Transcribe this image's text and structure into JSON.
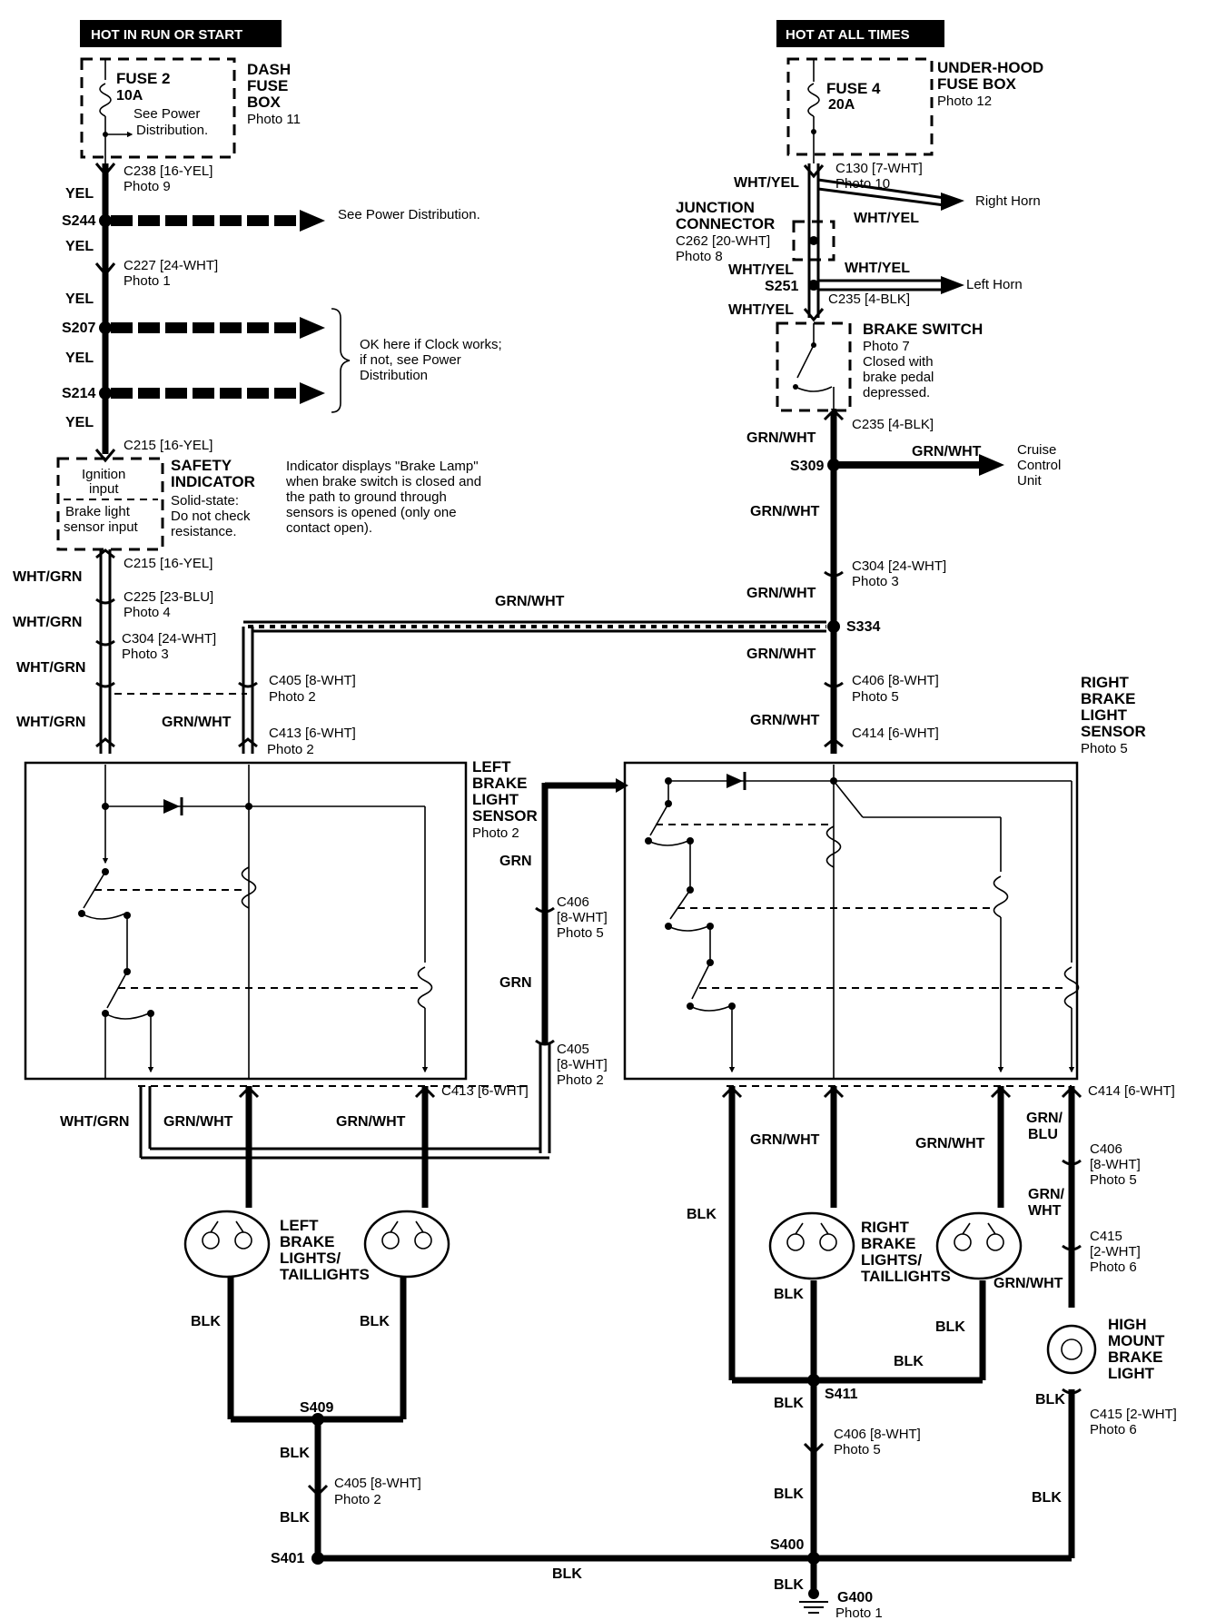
{
  "headers": {
    "left": "HOT IN RUN OR START",
    "right": "HOT AT ALL TIMES"
  },
  "left_fuse": {
    "name": "FUSE 2",
    "rating": "10A",
    "note_1": "See Power",
    "note_2": "Distribution.",
    "box_1": "DASH",
    "box_2": "FUSE",
    "box_3": "BOX",
    "photo": "Photo 11"
  },
  "right_fuse": {
    "name": "FUSE 4",
    "rating": "20A",
    "box_1": "UNDER-HOOD",
    "box_2": "FUSE BOX",
    "photo": "Photo 12"
  },
  "connectors": {
    "c238": "C238 [16-YEL]",
    "c238_photo": "Photo 9",
    "c227": "C227 [24-WHT]",
    "c227_photo": "Photo 1",
    "c215_top": "C215 [16-YEL]",
    "c215_bot": "C215 [16-YEL]",
    "c225": "C225 [23-BLU]",
    "c225_photo": "Photo 4",
    "c304_left": "C304 [24-WHT]",
    "c304_left_photo": "Photo 3",
    "c405_left": "C405 [8-WHT]",
    "c405_left_photo": "Photo 2",
    "c413_top": "C413 [6-WHT]",
    "c413_top_photo": "Photo 2",
    "c413_bot": "C413 [6-WHT]",
    "c406_mid_1": "C406",
    "c406_mid_2": "[8-WHT]",
    "c406_mid_3": "Photo 5",
    "c405_mid_1": "C405",
    "c405_mid_2": "[8-WHT]",
    "c405_mid_3": "Photo 2",
    "c405_bot": "C405 [8-WHT]",
    "c405_bot_photo": "Photo 2",
    "c130": "C130 [7-WHT]",
    "c130_photo": "Photo 10",
    "c262": "C262 [20-WHT]",
    "c262_photo": "Photo 8",
    "c235_a": "C235 [4-BLK]",
    "c235_b": "C235 [4-BLK]",
    "c304_right": "C304 [24-WHT]",
    "c304_right_photo": "Photo 3",
    "c406_right": "C406 [8-WHT]",
    "c406_right_photo": "Photo 5",
    "c414_top": "C414 [6-WHT]",
    "c414_bot": "C414 [6-WHT]",
    "c406_hm_1": "C406",
    "c406_hm_2": "[8-WHT]",
    "c406_hm_3": "Photo 5",
    "c415_a_1": "C415",
    "c415_a_2": "[2-WHT]",
    "c415_a_3": "Photo 6",
    "c415_b": "C415 [2-WHT]",
    "c415_b_photo": "Photo 6",
    "c406_bot": "C406 [8-WHT]",
    "c406_bot_photo": "Photo 5"
  },
  "splices": {
    "s244": "S244",
    "s207": "S207",
    "s214": "S214",
    "s251": "S251",
    "s309": "S309",
    "s334": "S334",
    "s409": "S409",
    "s401": "S401",
    "s411": "S411",
    "s400": "S400"
  },
  "wires": {
    "yel": "YEL",
    "wht_grn": "WHT/GRN",
    "grn_wht": "GRN/WHT",
    "wht_yel": "WHT/YEL",
    "grn": "GRN",
    "blk": "BLK",
    "grn_blu_1": "GRN/",
    "grn_blu_2": "BLU",
    "grn_wht_split_1": "GRN/",
    "grn_wht_split_2": "WHT"
  },
  "notes": {
    "power_dist": "See Power Distribution.",
    "clock_1": "OK here if Clock works;",
    "clock_2": "if not, see Power",
    "clock_3": "Distribution",
    "right_horn": "Right Horn",
    "left_horn": "Left Horn",
    "junction_1": "JUNCTION",
    "junction_2": "CONNECTOR",
    "cruise_1": "Cruise",
    "cruise_2": "Control",
    "cruise_3": "Unit"
  },
  "safety_indicator": {
    "in_1": "Ignition",
    "in_2": "input",
    "in_3": "Brake light",
    "in_4": "sensor input",
    "title_1": "SAFETY",
    "title_2": "INDICATOR",
    "sub_1": "Solid-state:",
    "sub_2": "Do not check",
    "sub_3": "resistance.",
    "desc_1": "Indicator displays \"Brake Lamp\"",
    "desc_2": "when brake switch is closed and",
    "desc_3": "the path to ground through",
    "desc_4": "sensors is opened (only one",
    "desc_5": "contact open)."
  },
  "brake_switch": {
    "title": "BRAKE SWITCH",
    "photo": "Photo 7",
    "d1": "Closed with",
    "d2": "brake pedal",
    "d3": "depressed."
  },
  "left_sensor": {
    "l1": "LEFT",
    "l2": "BRAKE",
    "l3": "LIGHT",
    "l4": "SENSOR",
    "photo": "Photo 2"
  },
  "right_sensor": {
    "l1": "RIGHT",
    "l2": "BRAKE",
    "l3": "LIGHT",
    "l4": "SENSOR",
    "photo": "Photo 5"
  },
  "left_lights": {
    "l1": "LEFT",
    "l2": "BRAKE",
    "l3": "LIGHTS/",
    "l4": "TAILLIGHTS"
  },
  "right_lights": {
    "l1": "RIGHT",
    "l2": "BRAKE",
    "l3": "LIGHTS/",
    "l4": "TAILLIGHTS"
  },
  "high_mount": {
    "l1": "HIGH",
    "l2": "MOUNT",
    "l3": "BRAKE",
    "l4": "LIGHT"
  },
  "ground": {
    "name": "G400",
    "photo": "Photo 1"
  }
}
